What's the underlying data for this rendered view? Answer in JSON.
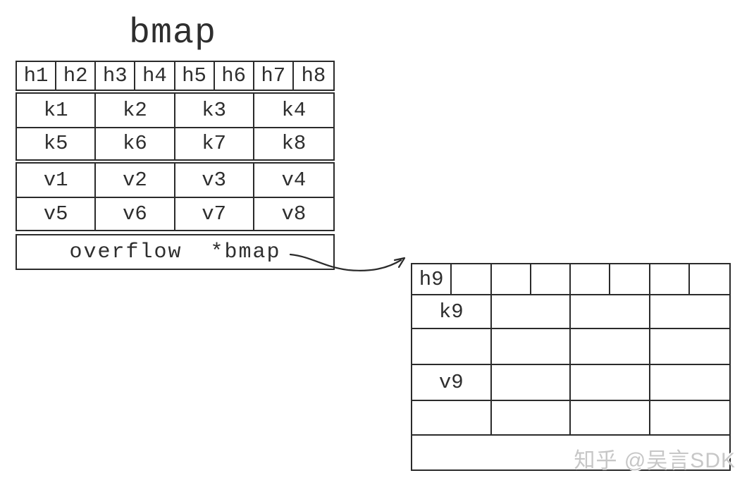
{
  "title": "bmap",
  "colors": {
    "line": "#2b2b2b",
    "text": "#2e2e2e",
    "watermark": "#c7c7c7",
    "background": "#ffffff"
  },
  "bucket1": {
    "tophash": [
      "h1",
      "h2",
      "h3",
      "h4",
      "h5",
      "h6",
      "h7",
      "h8"
    ],
    "keys": [
      "k1",
      "k2",
      "k3",
      "k4",
      "k5",
      "k6",
      "k7",
      "k8"
    ],
    "values": [
      "v1",
      "v2",
      "v3",
      "v4",
      "v5",
      "v6",
      "v7",
      "v8"
    ],
    "overflow_label": "overflow  *bmap"
  },
  "bucket2": {
    "tophash": [
      "h9",
      "",
      "",
      "",
      "",
      "",
      "",
      ""
    ],
    "keys": [
      "k9",
      "",
      "",
      ""
    ],
    "empty_row_1": [
      "",
      "",
      "",
      ""
    ],
    "values": [
      "v9",
      "",
      "",
      ""
    ],
    "empty_row_2": [
      "",
      "",
      "",
      ""
    ],
    "overflow_label": ""
  },
  "watermark": "知乎 @吴言SDK"
}
